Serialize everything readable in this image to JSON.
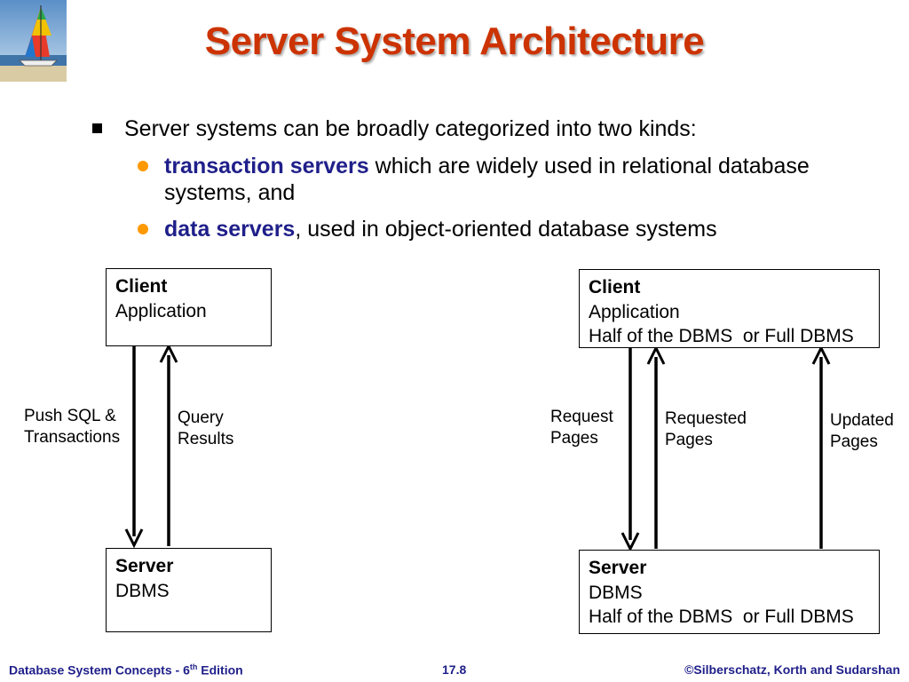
{
  "title": "Server System Architecture",
  "bullets": {
    "main": "Server systems can be broadly categorized into two kinds:",
    "sub1_term": "transaction servers",
    "sub1_rest_line1": " which are widely used in relational database",
    "sub1_rest_line2": "systems, and",
    "sub2_term": "data servers",
    "sub2_rest": ", used in object-oriented database systems"
  },
  "left_diagram": {
    "client_title": "Client",
    "client_line1": "Application",
    "server_title": "Server",
    "server_line1": "DBMS",
    "push_label_line1": "Push SQL &",
    "push_label_line2": "Transactions",
    "query_label_line1": "Query",
    "query_label_line2": "Results"
  },
  "right_diagram": {
    "client_title": "Client",
    "client_line1": "Application",
    "client_line2": "Half of the DBMS  or Full DBMS",
    "server_title": "Server",
    "server_line1": "DBMS",
    "server_line2": "Half of the DBMS  or Full DBMS",
    "request_label_line1": "Request",
    "request_label_line2": "Pages",
    "requested_label_line1": "Requested",
    "requested_label_line2": "Pages",
    "updated_label_line1": "Updated",
    "updated_label_line2": "Pages"
  },
  "footer": {
    "left_prefix": "Database System Concepts - 6",
    "left_sup": "th",
    "left_suffix": " Edition",
    "center": "17.8",
    "right": "©Silberschatz, Korth and Sudarshan"
  },
  "colors": {
    "title": "#cc3300",
    "term": "#1f1f8a",
    "bullet_sub": "#ff9900",
    "footer_text": "#1f1f8a"
  },
  "icons": {
    "logo": "sailboat-logo-icon",
    "bullet_main": "square-bullet-icon",
    "bullet_sub": "circle-bullet-icon"
  }
}
